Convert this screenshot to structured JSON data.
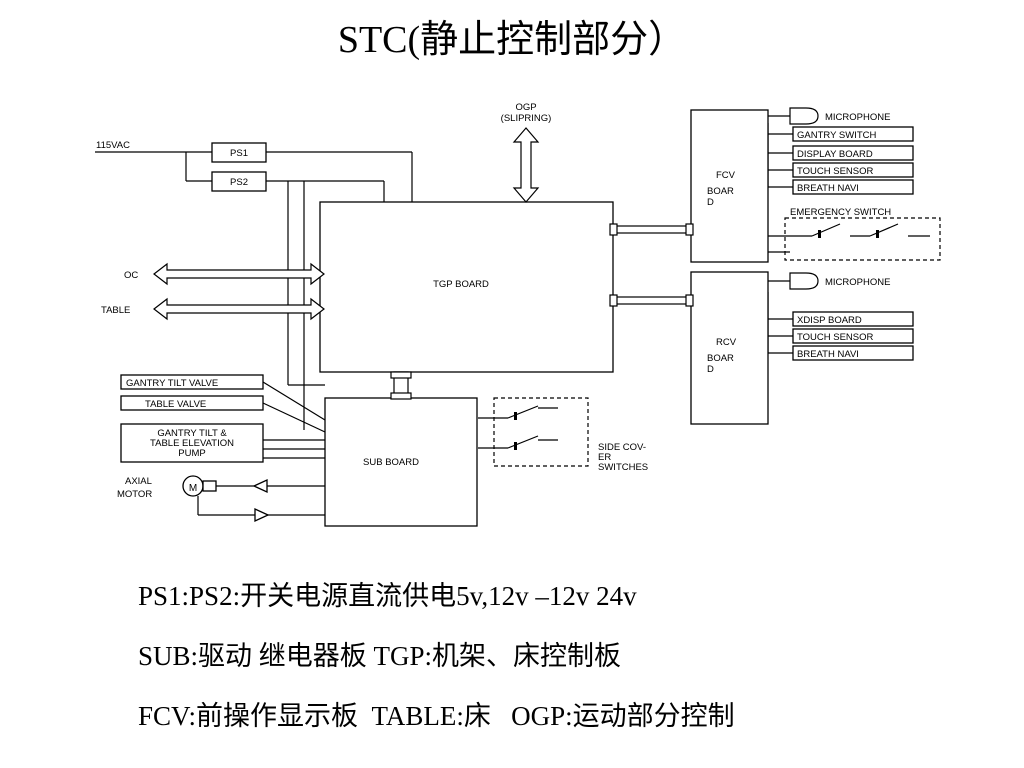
{
  "title": "STC(静止控制部分）",
  "diagram": {
    "power_input": "115VAC",
    "ps1": "PS1",
    "ps2": "PS2",
    "ogp": [
      "OGP",
      "(SLIPRING)"
    ],
    "oc": "OC",
    "table": "TABLE",
    "tgp_board": "TGP BOARD",
    "sub_board": "SUB BOARD",
    "fcv_board": [
      "FCV",
      "BOAR",
      "D"
    ],
    "rcv_board": [
      "RCV",
      "BOAR",
      "D"
    ],
    "fcv_items": [
      "MICROPHONE",
      "GANTRY SWITCH",
      "DISPLAY BOARD",
      "TOUCH SENSOR",
      "BREATH NAVI"
    ],
    "emergency_switch": "EMERGENCY SWITCH",
    "rcv_items": [
      "MICROPHONE",
      "XDISP BOARD",
      "TOUCH SENSOR",
      "BREATH NAVI"
    ],
    "gantry_tilt_valve": "GANTRY TILT VALVE",
    "table_valve": "TABLE VALVE",
    "pump": [
      "GANTRY TILT &",
      "TABLE ELEVATION",
      "PUMP"
    ],
    "axial_motor": [
      "AXIAL",
      "MOTOR"
    ],
    "motor_symbol": "M",
    "side_cover": [
      "SIDE COV-",
      "ER",
      "SWITCHES"
    ]
  },
  "notes": [
    "PS1:PS2:开关电源直流供电5v,12v –12v 24v",
    "SUB:驱动 继电器板 TGP:机架、床控制板",
    "FCV:前操作显示板  TABLE:床   OGP:运动部分控制"
  ]
}
